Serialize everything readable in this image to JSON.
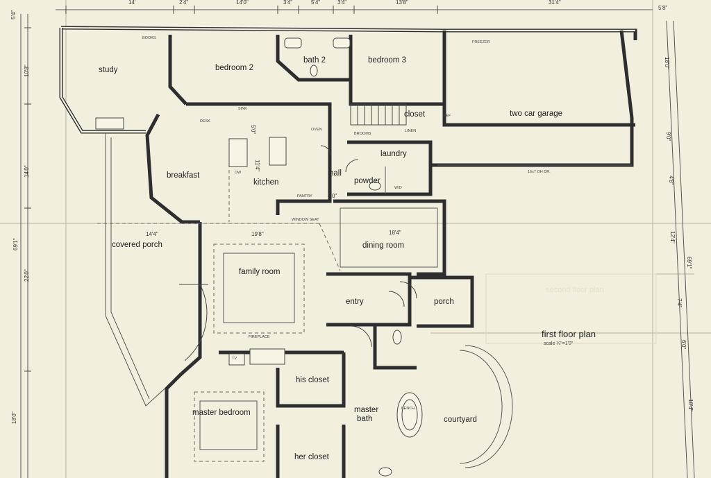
{
  "rooms": {
    "study": "study",
    "bedroom2": "bedroom 2",
    "bath2": "bath 2",
    "bedroom3": "bedroom 3",
    "closet": "closet",
    "garage": "two car garage",
    "breakfast": "breakfast",
    "kitchen": "kitchen",
    "hall": "hall",
    "laundry": "laundry",
    "powder": "powder",
    "covered_porch": "covered porch",
    "dining_room": "dining room",
    "family_room": "family room",
    "entry": "entry",
    "porch": "porch",
    "his_closet": "his closet",
    "master_bedroom": "master bedroom",
    "master_bath_1": "master",
    "master_bath_2": "bath",
    "courtyard": "courtyard",
    "her_closet": "her closet"
  },
  "title": {
    "main": "first floor plan",
    "scale": "scale ¼\"=1'0\""
  },
  "faded_label": "second floor plan",
  "dimensions": {
    "top": [
      "14'",
      "2'4\"",
      "14'0\"",
      "3'4\"",
      "5'4\"",
      "3'4\"",
      "13'8\"",
      "31'4\""
    ],
    "left": [
      "5'4\"",
      "10'8\"",
      "14'0\"",
      "69'1\"",
      "22'0\"",
      "18'0\""
    ],
    "right": [
      "5'8\"",
      "18'0\"",
      "9'0\"",
      "4'8\"",
      "12'4\"",
      "69'1\"",
      "7'4\"",
      "6'0\"",
      "10'4\""
    ],
    "interior": [
      "14'4\"",
      "19'8\"",
      "18'4\"",
      "11'4\"",
      "4'0\"",
      "5'0\""
    ]
  },
  "notes": {
    "books": "BOOKS",
    "desk": "DESK",
    "sink": "SINK",
    "pantry": "PANTRY",
    "ref": "REF",
    "oven": "OVEN",
    "brooms": "BROOMS",
    "linen": "LINEN",
    "w_d": "W/D",
    "dw": "DW",
    "tv": "TV",
    "garage_door": "16x7 OH DR.",
    "freezer": "FREEZER",
    "fireplace": "FIREPLACE",
    "bench": "BENCH",
    "window_seat": "WINDOW SEAT"
  }
}
